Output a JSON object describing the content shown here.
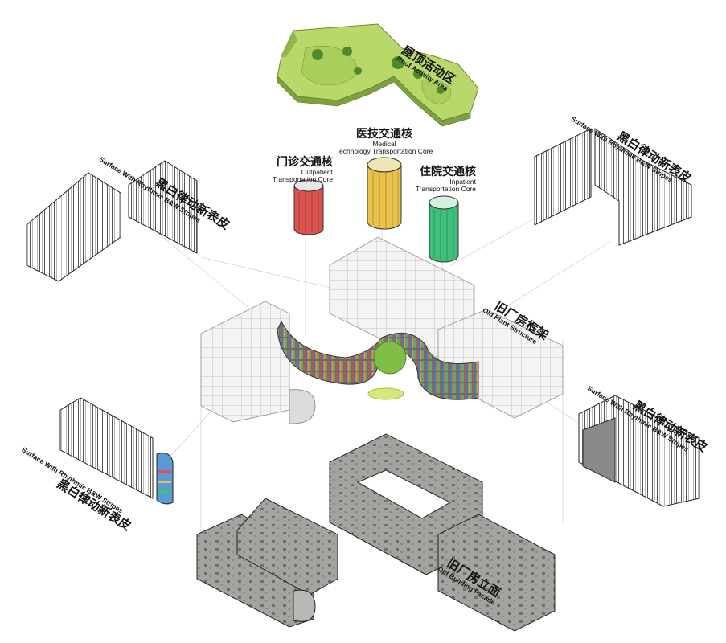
{
  "labels": {
    "roof": {
      "zh": "屋顶活动区",
      "en": "Roof Activity Area"
    },
    "medical": {
      "zh": "医技交通核",
      "en1": "Medical",
      "en2": "Technology Transportation Core"
    },
    "outpatient": {
      "zh": "门诊交通核",
      "en1": "Outpatient",
      "en2": "Transportation Core"
    },
    "inpatient": {
      "zh": "住院交通核",
      "en1": "Inpatient",
      "en2": "Transportation Core"
    },
    "skin_tl": {
      "zh": "黑白律动新表皮",
      "en": "Surface With Rhythmic B&W Stripes"
    },
    "skin_tr": {
      "zh": "黑白律动新表皮",
      "en": "Surface With Rhythmic B&W Stripes"
    },
    "skin_bl": {
      "zh": "黑白律动新表皮",
      "en": "Surface With Rhythmic B&W Stripes"
    },
    "skin_br": {
      "zh": "黑白律动新表皮",
      "en": "Surface With Rhythmic B&W Stripes"
    },
    "structure": {
      "zh": "旧厂房框架",
      "en": "Old Plant Structure"
    },
    "facade": {
      "zh": "旧厂房立面",
      "en": "Old Building Facade"
    }
  },
  "colors": {
    "roof": "#b8d86a",
    "roof_dark": "#8fb84a",
    "outpatient_core": "#d9534f",
    "medical_core": "#e8c24a",
    "inpatient_core": "#3fbf7a",
    "concrete": "#a9a9a6",
    "frame": "#c9c9c9"
  }
}
